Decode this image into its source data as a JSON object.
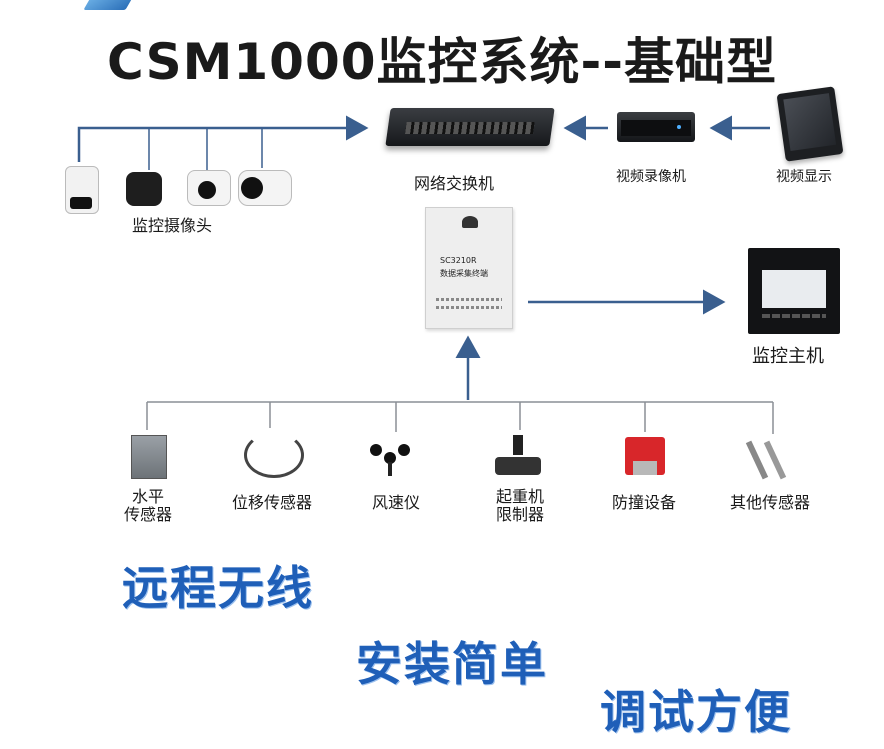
{
  "title": "CSM1000监控系统--基础型",
  "devices": {
    "switch": "网络交换机",
    "nvr": "视频录像机",
    "display": "视频显示",
    "cameras": "监控摄像头",
    "terminal_model": "SC3210R",
    "terminal_name": "数据采集终端",
    "host": "监控主机"
  },
  "sensors": [
    {
      "line1": "水平",
      "line2": "传感器"
    },
    {
      "line1": "位移传感器",
      "line2": ""
    },
    {
      "line1": "风速仪",
      "line2": ""
    },
    {
      "line1": "起重机",
      "line2": "限制器"
    },
    {
      "line1": "防撞设备",
      "line2": ""
    },
    {
      "line1": "其他传感器",
      "line2": ""
    }
  ],
  "slogans": [
    "远程无线",
    "安装简单",
    "调试方便"
  ],
  "colors": {
    "line": "#3a5f8f",
    "slogan": "#1f5fb8"
  }
}
